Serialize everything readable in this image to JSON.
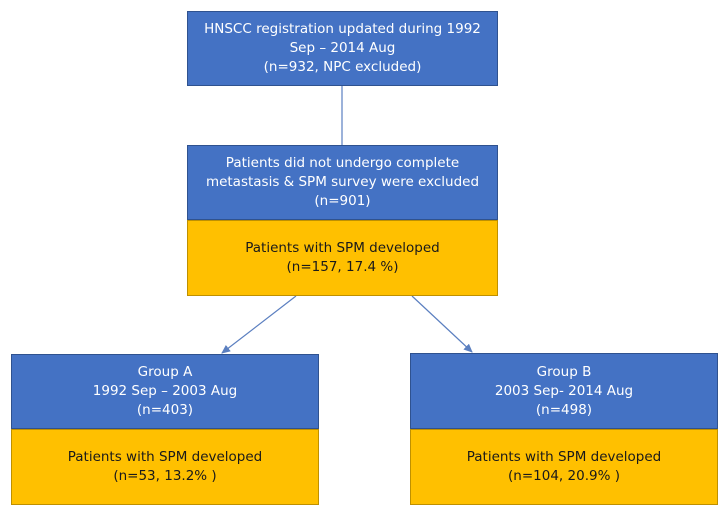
{
  "top_box": {
    "line1": "HNSCC registration updated during 1992",
    "line2": "Sep – 2014 Aug",
    "line3": "(n=932, NPC excluded)"
  },
  "exclusion_box": {
    "line1": "Patients did not undergo complete",
    "line2": "metastasis & SPM survey were excluded",
    "line3": "(n=901)"
  },
  "spm_total_box": {
    "line1": "Patients with SPM developed",
    "line2": "(n=157, 17.4 %)"
  },
  "group_a": {
    "title": "Group A",
    "period": "1992 Sep – 2003 Aug",
    "count": "(n=403)",
    "spm_line1": "Patients with SPM developed",
    "spm_line2": "(n=53, 13.2% )"
  },
  "group_b": {
    "title": "Group B",
    "period": "2003 Sep- 2014 Aug",
    "count": "(n=498)",
    "spm_line1": "Patients with SPM developed",
    "spm_line2": "(n=104, 20.9% )"
  },
  "colors": {
    "blue_box": "#4472c4",
    "yellow_box": "#ffc000",
    "connector": "#5b7fc0"
  }
}
